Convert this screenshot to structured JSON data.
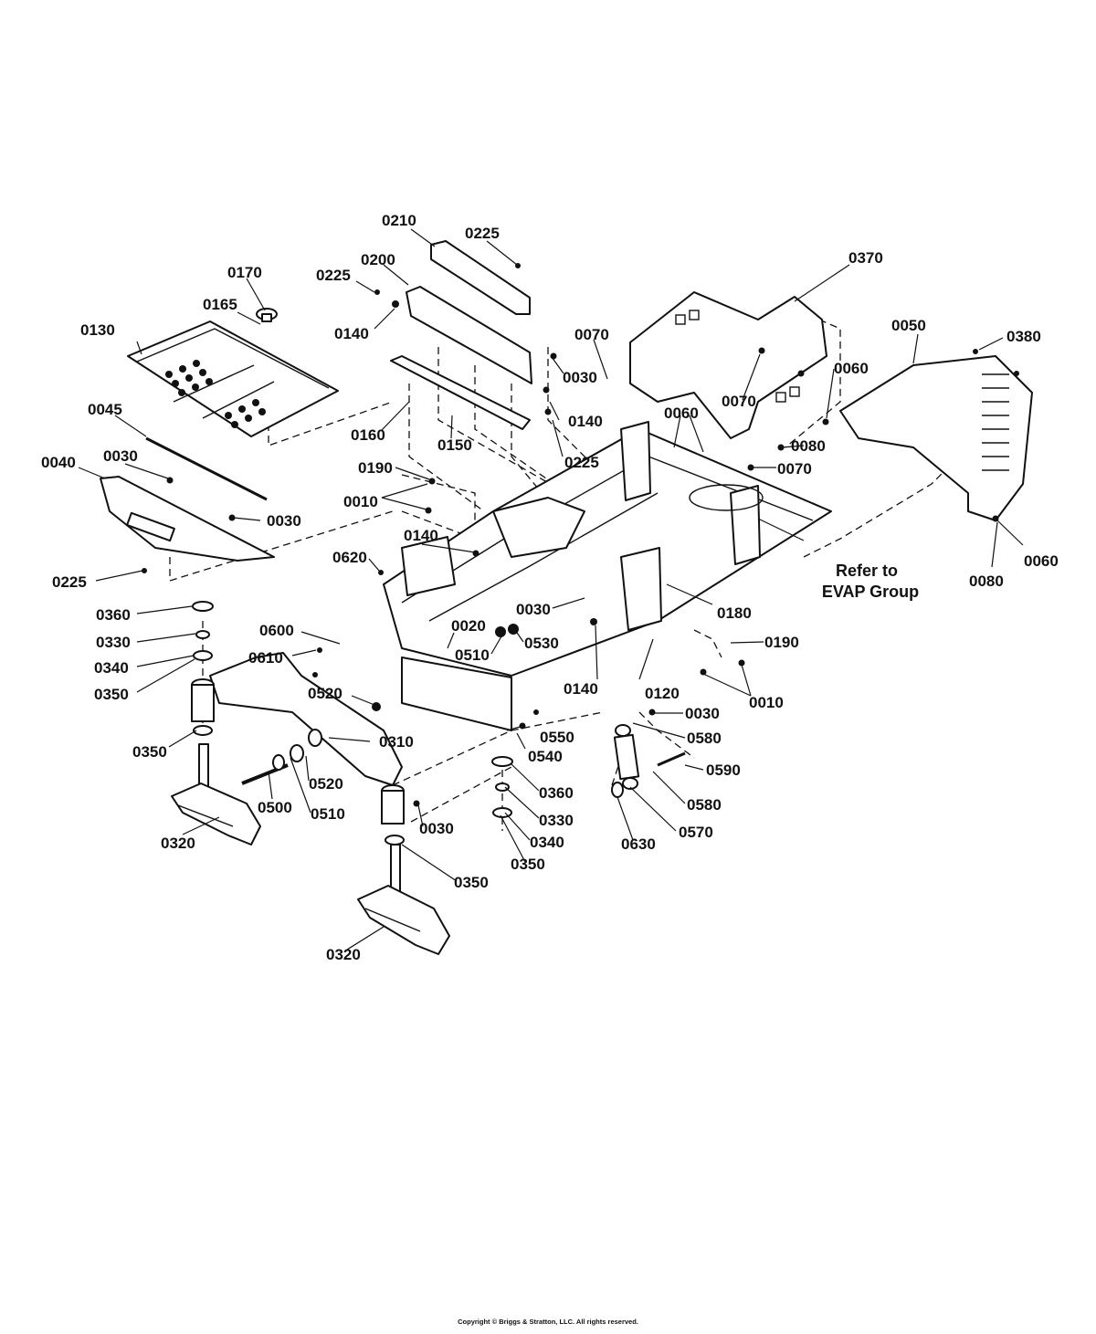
{
  "diagram": {
    "callouts": {
      "c0210": "0210",
      "c0225a": "0225",
      "c0200": "0200",
      "c0225b": "0225",
      "c0170": "0170",
      "c0165": "0165",
      "c0140a": "0140",
      "c0130": "0130",
      "c0370": "0370",
      "c0050": "0050",
      "c0380": "0380",
      "c0070a": "0070",
      "c0030a": "0030",
      "c0070b": "0070",
      "c0060a": "0060",
      "c0045": "0045",
      "c0160": "0160",
      "c0150": "0150",
      "c0140b": "0140",
      "c0225c": "0225",
      "c0060b": "0060",
      "c0080a": "0080",
      "c0070c": "0070",
      "c0040": "0040",
      "c0030b": "0030",
      "c0190a": "0190",
      "c0010a": "0010",
      "c0030c": "0030",
      "c0140c": "0140",
      "c0225d": "0225",
      "c0620": "0620",
      "c0060c": "0060",
      "c0080b": "0080",
      "c0360a": "0360",
      "c0330a": "0330",
      "c0340a": "0340",
      "c0350a": "0350",
      "c0600": "0600",
      "c0610": "0610",
      "c0030d": "0030",
      "c0180": "0180",
      "c0020": "0020",
      "c0530": "0530",
      "c0510a": "0510",
      "c0190b": "0190",
      "c0520a": "0520",
      "c0140d": "0140",
      "c0120": "0120",
      "c0010b": "0010",
      "c0350b": "0350",
      "c0310": "0310",
      "c0550": "0550",
      "c0540": "0540",
      "c0030e": "0030",
      "c0580a": "0580",
      "c0590": "0590",
      "c0520b": "0520",
      "c0360b": "0360",
      "c0580b": "0580",
      "c0500": "0500",
      "c0510b": "0510",
      "c0330b": "0330",
      "c0030f": "0030",
      "c0340b": "0340",
      "c0570": "0570",
      "c0320a": "0320",
      "c0350c": "0350",
      "c0630": "0630",
      "c0350d": "0350",
      "c0320b": "0320"
    },
    "note_line1": "Refer to",
    "note_line2": "EVAP Group"
  },
  "footer": {
    "copyright": "Copyright © Briggs & Stratton, LLC. All rights reserved."
  }
}
